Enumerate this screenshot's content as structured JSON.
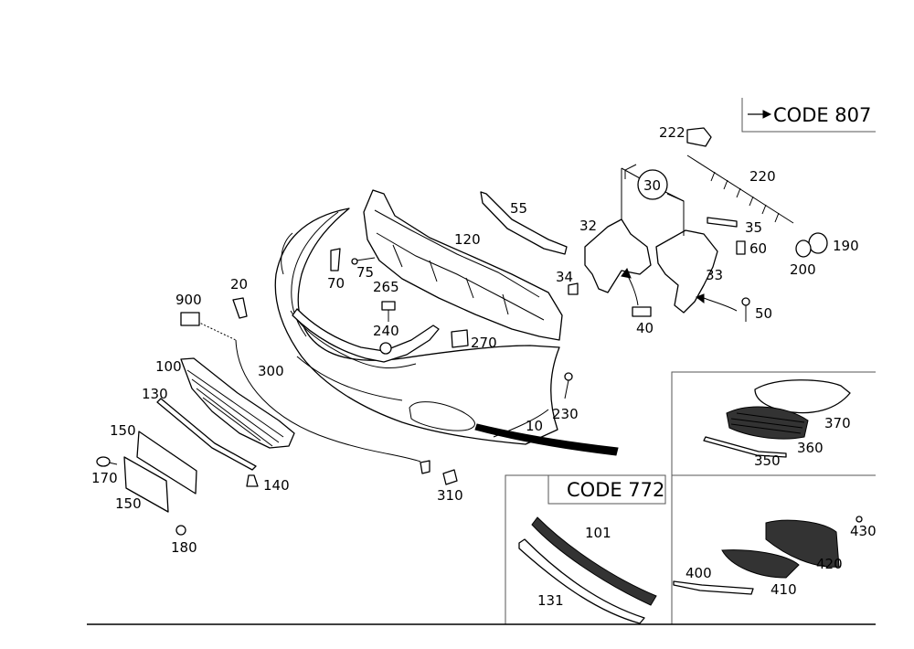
{
  "codes": {
    "code807": "CODE 807",
    "code772": "CODE 772"
  },
  "callouts": {
    "c10": "10",
    "c20": "20",
    "c30": "30",
    "c32": "32",
    "c33": "33",
    "c34": "34",
    "c35": "35",
    "c40": "40",
    "c50": "50",
    "c55": "55",
    "c60": "60",
    "c70": "70",
    "c75": "75",
    "c100": "100",
    "c101": "101",
    "c120": "120",
    "c130": "130",
    "c131": "131",
    "c140": "140",
    "c150a": "150",
    "c150b": "150",
    "c170": "170",
    "c180": "180",
    "c190": "190",
    "c200": "200",
    "c220": "220",
    "c222": "222",
    "c230": "230",
    "c240": "240",
    "c265": "265",
    "c270": "270",
    "c300": "300",
    "c310": "310",
    "c350": "350",
    "c360": "360",
    "c370": "370",
    "c400": "400",
    "c410": "410",
    "c420": "420",
    "c430": "430",
    "c900": "900"
  }
}
